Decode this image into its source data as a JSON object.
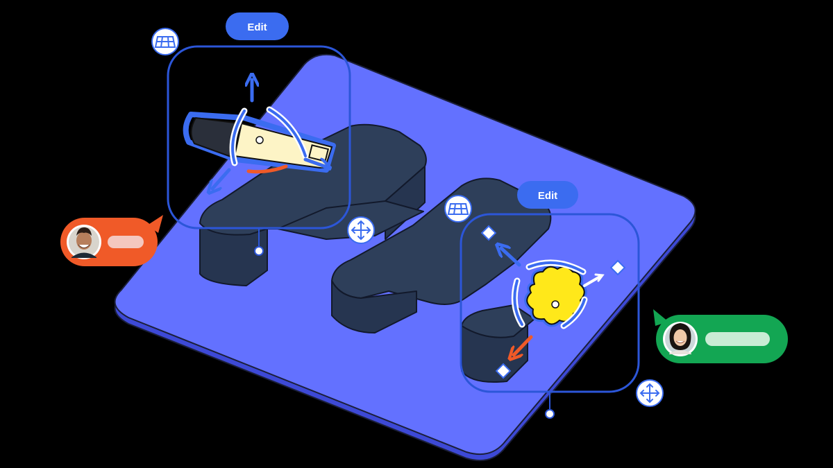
{
  "buttons": {
    "edit_left": {
      "label": "Edit"
    },
    "edit_right": {
      "label": "Edit"
    }
  },
  "users": [
    {
      "name_bar_color": "#f4c7bf",
      "badge_color": "#f05a28",
      "icon": "avatar-man"
    },
    {
      "name_bar_color": "#c9ecd5",
      "badge_color": "#13a653",
      "icon": "avatar-woman"
    }
  ],
  "icons": [
    "grid-panel-icon",
    "move-arrows-icon",
    "rotate-arrow-icon",
    "anchor-dot-icon",
    "cursor-pointer-icon"
  ],
  "colors": {
    "background": "#000000",
    "board": "#6371ff",
    "board_edge": "#3d49d6",
    "block": "#2e3f5a",
    "accent_blue": "#3b6cf0",
    "selection_frame": "#2c56d8",
    "orange": "#f05a28",
    "green": "#13a653",
    "flower": "#ffe81a",
    "usb": "#fdf4c6"
  }
}
